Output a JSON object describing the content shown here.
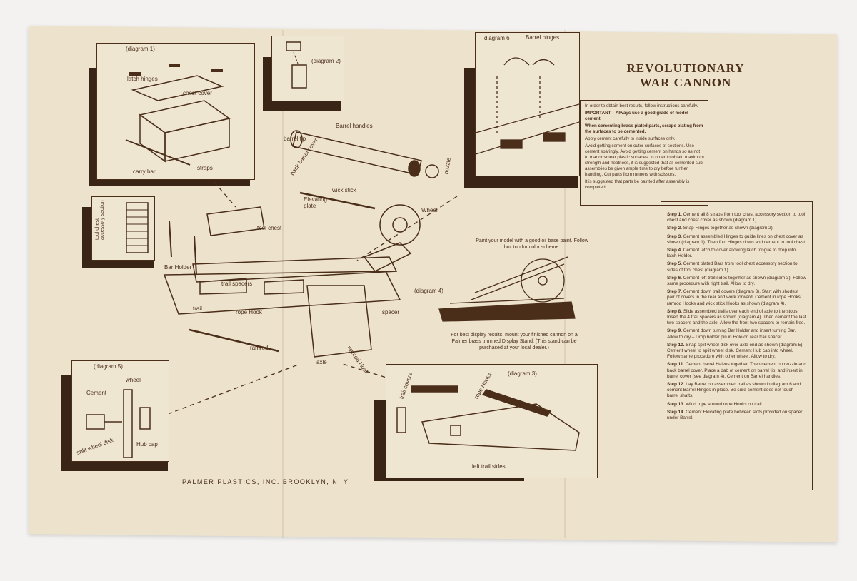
{
  "title": {
    "line1": "REVOLUTIONARY",
    "line2": "WAR CANNON"
  },
  "intro": [
    "In order to obtain best results, follow instructions carefully.",
    "IMPORTANT – Always use a good grade of model cement.",
    "When cementing brass plated parts, scrape plating from the surfaces to be cemented.",
    "Apply cement carefully to inside surfaces only.",
    "Avoid getting cement on outer surfaces of sections. Use cement sparingly. Avoid getting cement on hands so as not to mar or smear plastic surfaces. In order to obtain maximum strength and neatness, it is suggested that all cemented sub-assemblies be given ample time to dry before further handling. Cut parts from runners with scissors.",
    "It is suggested that parts be painted after assembly is completed."
  ],
  "steps": [
    {
      "label": "Step 1.",
      "text": "Cement all 8 straps from tool chest accessory section to tool chest and chest cover as shown (diagram 1)."
    },
    {
      "label": "Step 2.",
      "text": "Snap Hinges together as shown (diagram 2)."
    },
    {
      "label": "Step 3.",
      "text": "Cement assembled Hinges to guide lines on chest cover as shown (diagram 1). Then fold Hinges down and cement to tool chest."
    },
    {
      "label": "Step 4.",
      "text": "Cement latch to cover allowing latch tongue to drop into latch Holder."
    },
    {
      "label": "Step 5.",
      "text": "Cement plated Bars from tool chest accessory section to sides of tool chest (diagram 1)."
    },
    {
      "label": "Step 6.",
      "text": "Cement left trail sides together as shown (diagram 3). Follow same procedure with right trail. Allow to dry."
    },
    {
      "label": "Step 7.",
      "text": "Cement down trail covers (diagram 3). Start with shortest pair of covers in the rear and work forward. Cement in rope Hooks, ramrod Hooks and wick stick Hooks as shown (diagram 4)."
    },
    {
      "label": "Step 8.",
      "text": "Slide assembled trails over each end of axle to the stops. Insert the 4 trail spacers as shown (diagram 4). Then cement the last two spacers and the axle. Allow the front two spacers to remain free."
    },
    {
      "label": "Step 9.",
      "text": "Cement down turning Bar Holder and insert turning Bar. Allow to dry – Drop holder pin in Hole on rear trail spacer."
    },
    {
      "label": "Step 10.",
      "text": "Snap split wheel disk over axle end as shown (diagram 5). Cement wheel to split wheel disk. Cement Hub cap into wheel. Follow same procedure with other wheel. Allow to dry."
    },
    {
      "label": "Step 11.",
      "text": "Cement barrel Halves together. Then cement on nozzle and back barrel cover. Place a dab of cement on barrel tip, and insert in barrel cover (see diagram 4). Cement on Barrel handles."
    },
    {
      "label": "Step 12.",
      "text": "Lay Barrel on assembled trail as shown in diagram 6 and cement Barrel Hinges in place. Be sure cement does not touch barrel shafts."
    },
    {
      "label": "Step 13.",
      "text": "Wind rope around rope Hooks on trail."
    },
    {
      "label": "Step 14.",
      "text": "Cement Elevating plate between slots provided on spacer under Barrel."
    }
  ],
  "notes": {
    "paint": "Paint your model with a good oil base paint. Follow box top for color scheme.",
    "display": "For best display results, mount your finished cannon on a Palmer brass trimmed Display Stand. (This stand can be purchased at your local dealer.)"
  },
  "footer": "PALMER PLASTICS, INC. BROOKLYN, N. Y.",
  "labels": {
    "diagram1": "(diagram 1)",
    "diagram2": "(diagram 2)",
    "diagram3": "(diagram 3)",
    "diagram4": "(diagram 4)",
    "diagram5": "(diagram 5)",
    "diagram6": "diagram 6",
    "latch_hinges": "latch hinges",
    "chest_cover": "chest cover",
    "carry_bar": "carry bar",
    "straps": "straps",
    "barrel_handles": "Barrel handles",
    "barrel_tip": "barrel tip",
    "back_barrel_cover": "back barrel cover",
    "nozzle": "nozzle",
    "barrel_hinges": "Barrel hinges",
    "wick_stick": "wick stick",
    "wheel": "Wheel",
    "elevating_plate": "Elevating plate",
    "tool_chest": "tool chest",
    "tool_chest_accessory": "tool chest accessory section",
    "bar_holder": "Bar Holder",
    "trail_spacers": "trail spacers",
    "trail": "trail",
    "rope_hook": "rope Hook",
    "ramrod": "ramrod",
    "ramrod_hook": "ramrod Hook",
    "axle": "axle",
    "spacer": "spacer",
    "cement": "Cement",
    "wheel5": "wheel",
    "split_wheel_disk": "split wheel disk",
    "hub_cap": "Hub cap",
    "trail_covers": "trail covers",
    "rope_hooks": "rope Hooks",
    "left_trail_sides": "left trail sides"
  }
}
